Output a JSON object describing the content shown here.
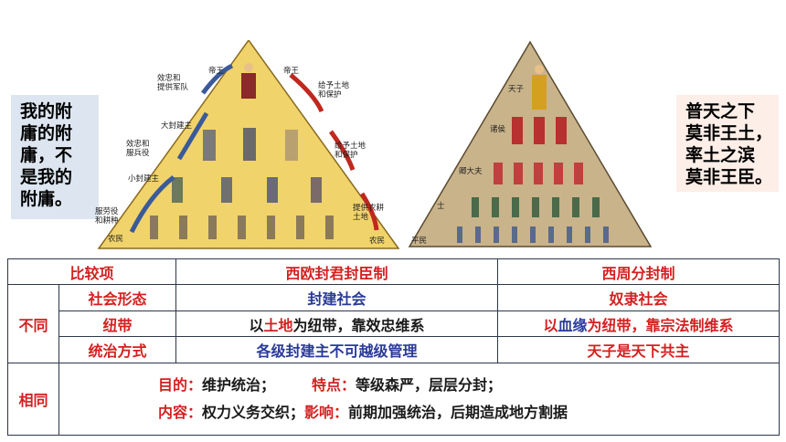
{
  "quotes": {
    "left": [
      "我的附",
      "庸的附",
      "庸，不",
      "是我的",
      "附庸。"
    ],
    "right": [
      "普天之下",
      "莫非王土，",
      "率土之滨",
      "莫非王臣。"
    ]
  },
  "west_pyramid": {
    "tiers": [
      "帝王",
      "大封建主",
      "小封建主",
      "农民"
    ],
    "left_arrows": [
      "效忠和\n提供军队",
      "效忠和\n服兵役",
      "服劳役\n和耕种"
    ],
    "right_arrows": [
      "给予土地\n和保护",
      "给予土地\n和保护",
      "提供农耕\n土地"
    ],
    "top_right": "帝王",
    "bottom_right": "农民"
  },
  "zhou_pyramid": {
    "tiers": [
      "天子",
      "诸侯",
      "卿大夫",
      "士",
      "平民"
    ]
  },
  "table": {
    "header": {
      "item": "比较项",
      "west": "西欧封君封臣制",
      "zhou": "西周分封制"
    },
    "diff_label": "不同",
    "same_label": "相同",
    "rows": [
      {
        "label": "社会形态",
        "west": "封建社会",
        "zhou": "奴隶社会"
      },
      {
        "label": "纽带",
        "west_prefix": "以",
        "west_key": "土地",
        "west_suffix": "为纽带，靠效忠维系",
        "zhou_prefix": "以",
        "zhou_key": "血缘",
        "zhou_suffix": "为纽带，靠宗法制维系"
      },
      {
        "label": "统治方式",
        "west": "各级封建主不可越级管理",
        "zhou": "天子是天下共主"
      }
    ],
    "same": {
      "purpose_label": "目的：",
      "purpose": "维护统治；",
      "feature_label": "特点：",
      "feature": "等级森严，层层分封；",
      "content_label": "内容：",
      "content": "权力义务交织；",
      "effect_label": "影响：",
      "effect": "前期加强统治，后期造成地方割据"
    }
  },
  "colors": {
    "red": "#d42020",
    "blue": "#2a3a9a",
    "west_pyramid": "#f0d36a",
    "zhou_pyramid": "#c9b38a",
    "arrow": "#c0281e"
  }
}
